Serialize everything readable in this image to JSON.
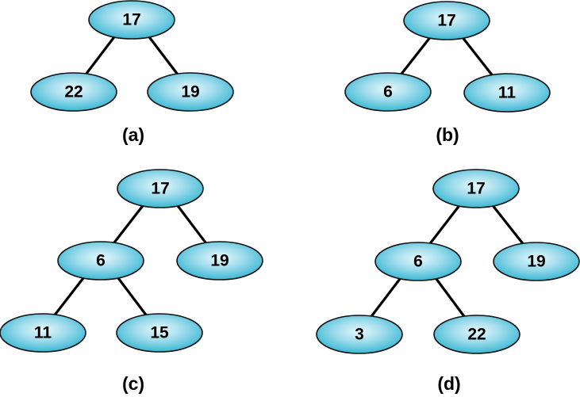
{
  "colors": {
    "node_fill_light": "#e8f8fc",
    "node_fill_dark": "#2fb3d1",
    "edge": "#000000",
    "outline": "#111111"
  },
  "trees": [
    {
      "caption": "(a)",
      "nodes": [
        "17",
        "22",
        "19"
      ]
    },
    {
      "caption": "(b)",
      "nodes": [
        "17",
        "6",
        "11"
      ]
    },
    {
      "caption": "(c)",
      "nodes": [
        "17",
        "6",
        "19",
        "11",
        "15"
      ]
    },
    {
      "caption": "(d)",
      "nodes": [
        "17",
        "6",
        "19",
        "3",
        "22"
      ]
    }
  ]
}
